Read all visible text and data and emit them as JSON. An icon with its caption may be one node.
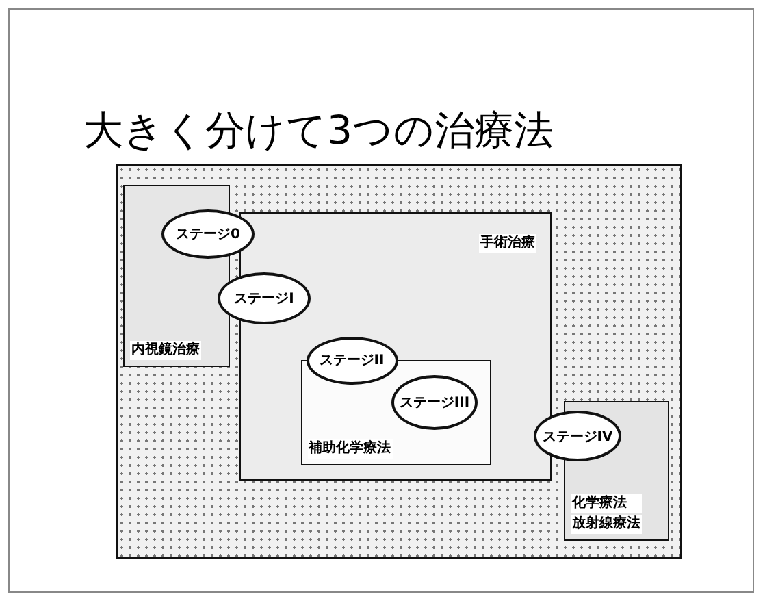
{
  "diagram": {
    "title": "大きく分けて3つの治療法",
    "nodes": [
      {
        "text": [
          "内視鏡治療"
        ]
      },
      {
        "text": [
          "手術治療"
        ]
      },
      {
        "text": [
          "補助化学療法"
        ],
        "in": 1
      },
      {
        "text": [
          "化学療法",
          "放射線療法"
        ]
      },
      {
        "text": [
          "ステージ0"
        ]
      },
      {
        "text": [
          "ステージI"
        ]
      },
      {
        "text": [
          "ステージII"
        ],
        "in": 1
      },
      {
        "text": [
          "ステージIII"
        ],
        "in": 2
      },
      {
        "text": [
          "ステージIV"
        ]
      }
    ]
  }
}
